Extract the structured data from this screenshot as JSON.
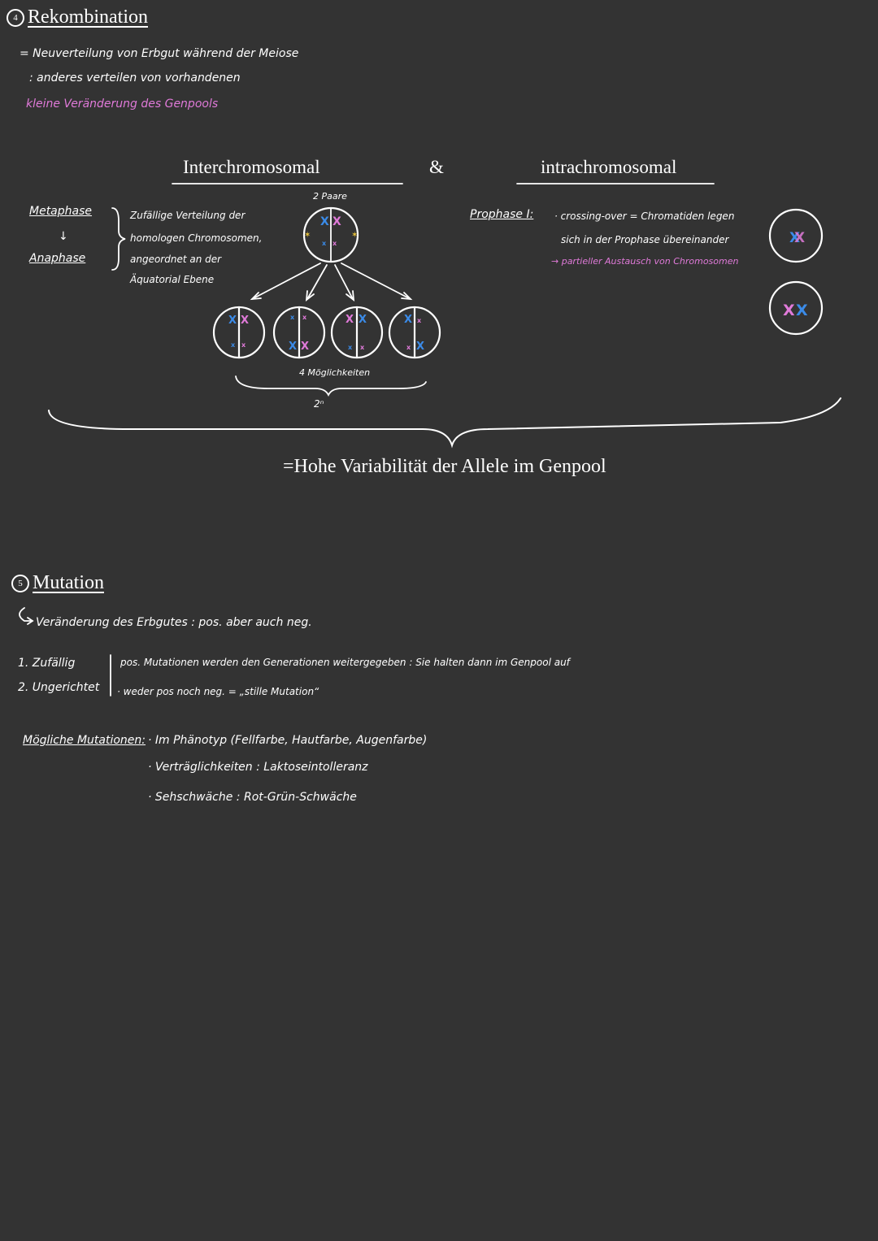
{
  "section4": {
    "number": "4",
    "title": "Rekombination",
    "line1": "= Neuverteilung von Erbgut während der Meiose",
    "line2": ": anderes verteilen von vorhandenen",
    "line3": "kleine Veränderung des Genpools"
  },
  "columns": {
    "left": "Interchromosomal",
    "amp": "&",
    "right": "intrachromosomal"
  },
  "inter": {
    "metaphase": "Metaphase",
    "arrow": "↓",
    "anaphase": "Anaphase",
    "desc1": "Zufällige Verteilung der",
    "desc2": "homologen Chromosomen,",
    "desc3": "angeordnet an der",
    "desc4": "Äquatorial Ebene",
    "pairs_label": "2 Paare",
    "possibilities": "4 Möglichkeiten",
    "formula": "2ⁿ"
  },
  "intra": {
    "prophase": "Prophase I:",
    "desc1": "· crossing-over = Chromatiden legen",
    "desc2": "sich in der Prophase übereinander",
    "desc3": "→ partieller Austausch von Chromosomen"
  },
  "conclusion": "=Hohe Variabilität der Allele im Genpool",
  "section5": {
    "number": "5",
    "title": "Mutation",
    "line1": "Veränderung des Erbgutes : pos. aber auch neg.",
    "item1": "1. Zufällig",
    "item2": "2. Ungerichtet",
    "desc1": "pos. Mutationen werden den Generationen weitergegeben : Sie halten dann im Genpool auf",
    "desc2": "· weder pos noch neg. = „stille Mutation“",
    "possible_label": "Mögliche Mutationen:",
    "possible1": "· Im Phänotyp (Fellfarbe, Hautfarbe, Augenfarbe)",
    "possible2": "· Verträglichkeiten : Laktoseintolleranz",
    "possible3": "· Sehschwäche : Rot-Grün-Schwäche"
  },
  "colors": {
    "background": "#333333",
    "ink": "#ffffff",
    "pink": "#e07ad9",
    "blue": "#3b8be8",
    "yellow": "#e8c33b"
  }
}
